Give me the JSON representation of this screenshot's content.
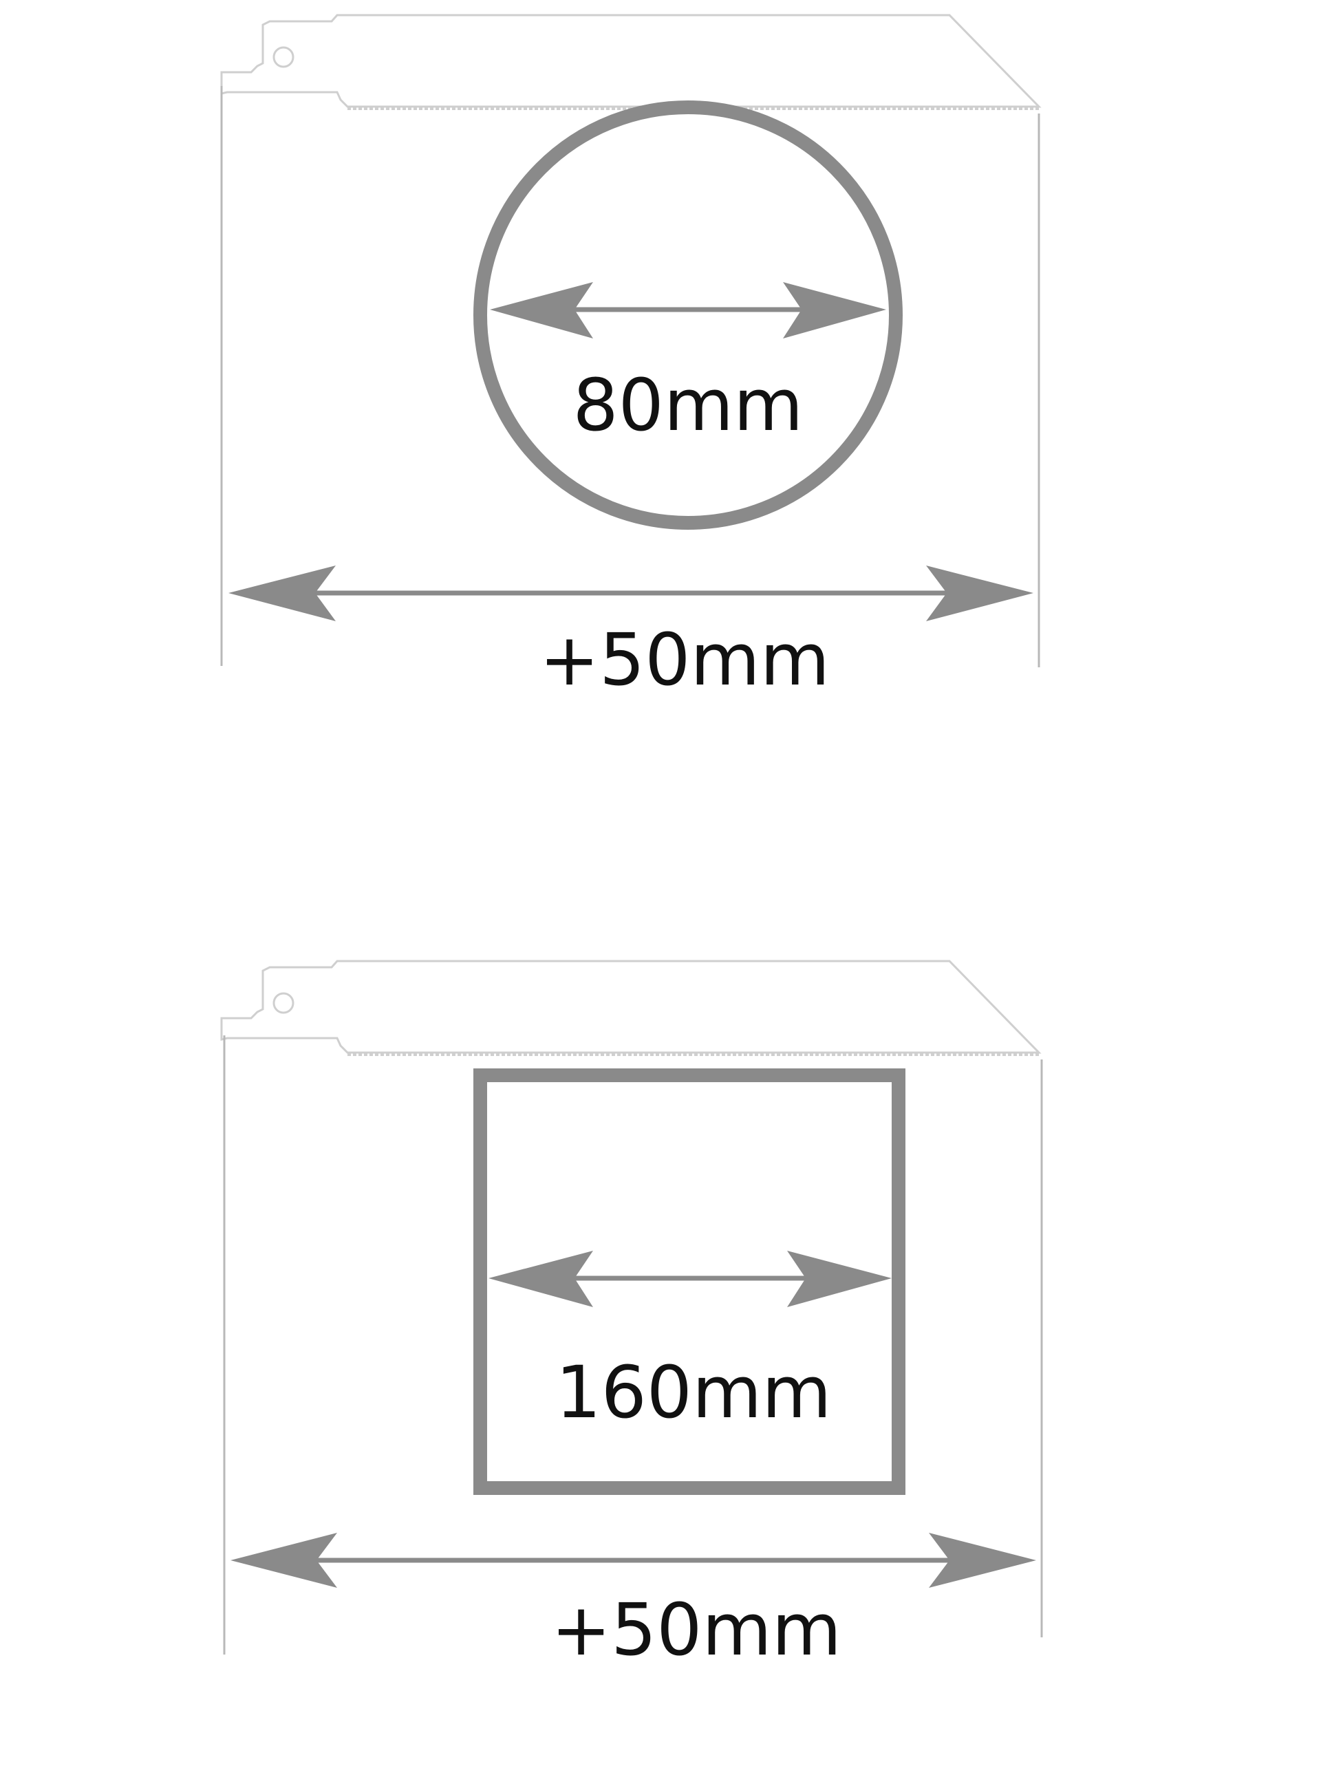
{
  "colors": {
    "background": "#ffffff",
    "outline": "#cfcfcf",
    "shape": "#8a8a8a",
    "arrow": "#8a8a8a",
    "text": "#111111"
  },
  "panels": [
    {
      "shape": "circle",
      "inner_label": "80mm",
      "outer_label": "+50mm"
    },
    {
      "shape": "rectangle",
      "inner_label": "160mm",
      "outer_label": "+50mm"
    }
  ]
}
